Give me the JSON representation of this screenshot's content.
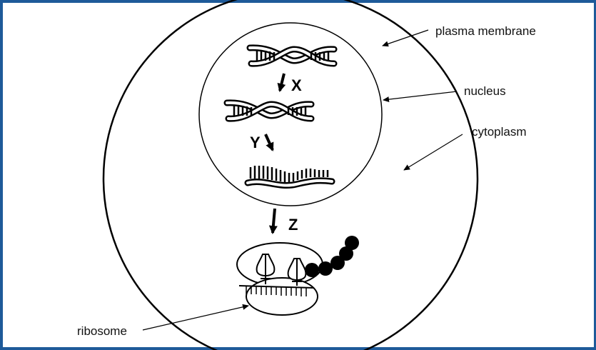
{
  "labels": {
    "plasma_membrane": "plasma membrane",
    "nucleus": "nucleus",
    "cytoplasm": "cytoplasm",
    "ribosome": "ribosome"
  },
  "steps": {
    "x": "X",
    "y": "Y",
    "z": "Z"
  },
  "colors": {
    "frame": "#1e5a99",
    "ink": "#000000"
  },
  "icons": [
    "dna-double-helix-icon",
    "dna-replicated-helix-icon",
    "mrna-strand-icon",
    "ribosome-icon",
    "trna-icon",
    "polypeptide-chain-icon"
  ]
}
